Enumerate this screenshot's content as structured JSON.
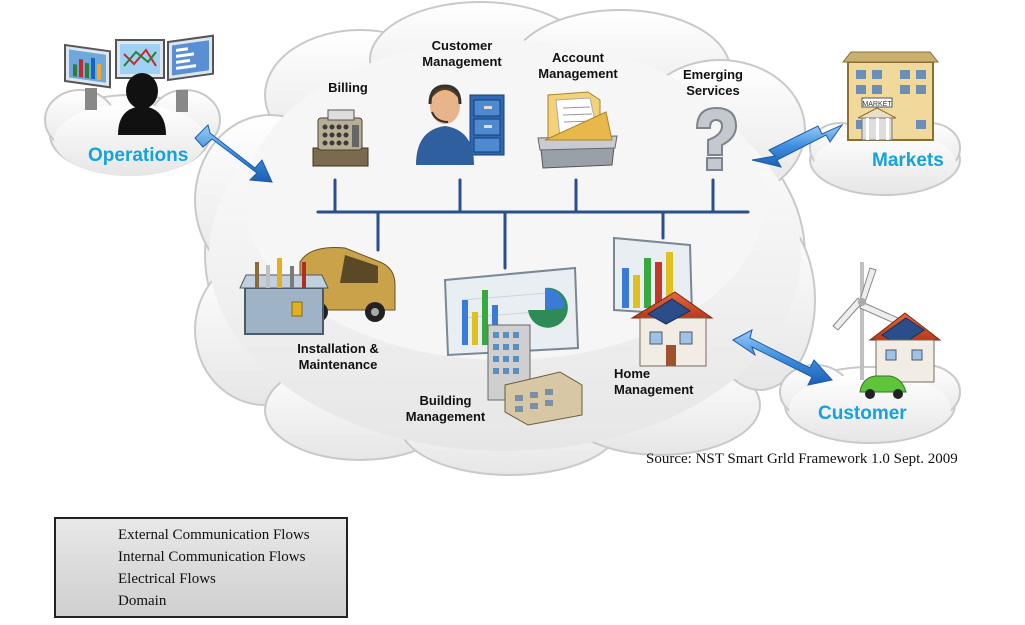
{
  "nodes": {
    "billing": "Billing",
    "customer_management": "Customer\nManagement",
    "account_management": "Account\nManagement",
    "emerging_services": "Emerging\nServices",
    "installation_maintenance": "Installation &\nMaintenance",
    "building_management": "Building\nManagement",
    "home_management": "Home\nManagement"
  },
  "domains": {
    "operations": "Operations",
    "markets": "Markets",
    "customer": "Customer"
  },
  "source": "Source: NST Smart Grld Framework 1.0 Sept. 2009",
  "legend": [
    {
      "label": "External Communication Flows",
      "icon": "blue-double-arrow"
    },
    {
      "label": "Internal Communication Flows",
      "icon": "blue-line"
    },
    {
      "label": "Electrical Flows",
      "icon": "yellow-dashed-line"
    },
    {
      "label": "Domain",
      "icon": "cloud"
    }
  ],
  "colors": {
    "domain_text": "#14a3dc",
    "bus_line": "#2a4f8f",
    "arrow": "#4a90d9",
    "cloud_fill": "#f4f4f4",
    "cloud_stroke": "#c9c9c9"
  }
}
